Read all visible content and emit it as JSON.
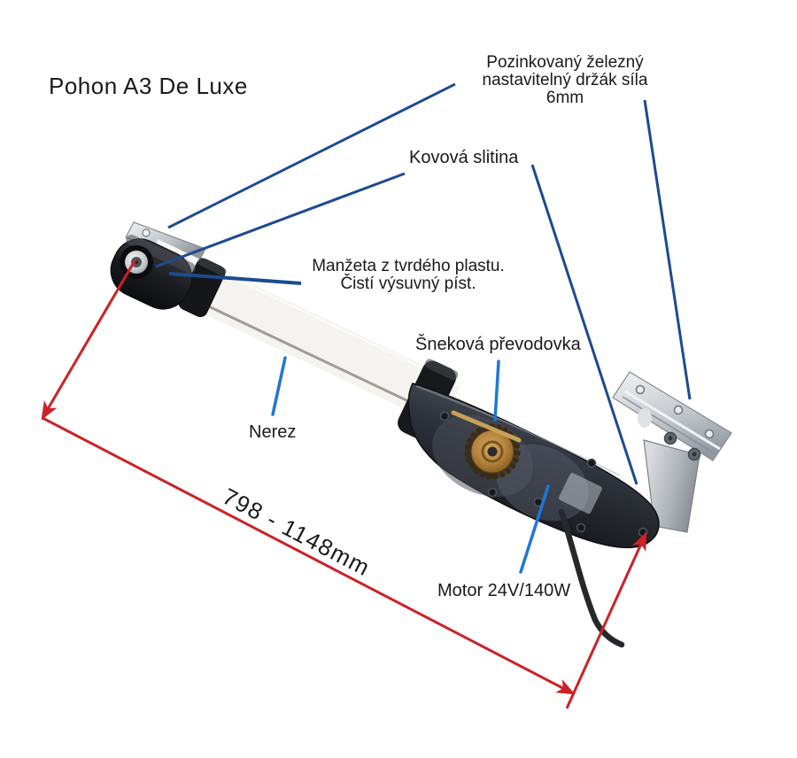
{
  "title": "Pohon A3 De Luxe",
  "labels": {
    "bracket": "Pozinkovaný železný\nnastavitelný držák síla\n6mm",
    "alloy": "Kovová slitina",
    "sleeve": "Manžeta z tvrdého plastu.\nČistí výsuvný píst.",
    "worm_gear": "Šneková převodovka",
    "tube": "Nerez",
    "motor": "Motor 24V/140W",
    "dimension": "798 - 1148mm"
  },
  "colors": {
    "dimension_red": "#cd2127",
    "pointer_navy": "#1c4b8f",
    "pointer_blue": "#1f76d9",
    "text": "#1a1a1a",
    "background": "#ffffff"
  }
}
